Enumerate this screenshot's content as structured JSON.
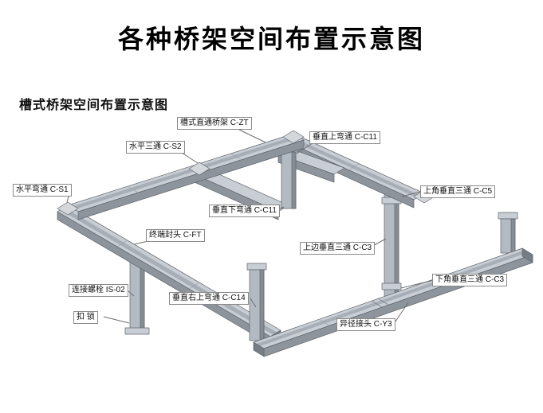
{
  "title": "各种桥架空间布置示意图",
  "subtitle": "槽式桥架空间布置示意图",
  "labels": [
    {
      "id": "straight-tray",
      "text": "槽式直通桥架 C-ZT"
    },
    {
      "id": "horizontal-tee",
      "text": "水平三通 C-S2"
    },
    {
      "id": "vertical-up-bend",
      "text": "垂直上弯通 C-C11"
    },
    {
      "id": "horizontal-bend",
      "text": "水平弯通 C-S1"
    },
    {
      "id": "upper-corner-vertical-tee",
      "text": "上角垂直三通 C-C5"
    },
    {
      "id": "vertical-down-bend",
      "text": "垂直下弯通 C-C11"
    },
    {
      "id": "end-cap",
      "text": "终端封头 C-FT"
    },
    {
      "id": "upper-side-vertical-tee",
      "text": "上边垂直三通 C-C3"
    },
    {
      "id": "connecting-bolt",
      "text": "连接螺栓 IS-02"
    },
    {
      "id": "vertical-right-up-bend",
      "text": "垂直右上弯通 C-C14"
    },
    {
      "id": "lower-corner-vertical-tee",
      "text": "下角垂直三通 C-C3"
    },
    {
      "id": "buckle-lock",
      "text": "扣 锁"
    },
    {
      "id": "reducer-joint",
      "text": "异径接头 C-Y3"
    }
  ],
  "colors": {
    "background": "#ffffff",
    "title_text": "#000000",
    "tray_top": "#c9ced4",
    "tray_side": "#8d949c",
    "tray_inner": "#a8aeb6",
    "vertical_face": "#b4bac1",
    "vertical_shade": "#868d95",
    "outline": "#5f656c",
    "label_border": "#8a8a8a",
    "leader_line": "#6e6e6e"
  }
}
